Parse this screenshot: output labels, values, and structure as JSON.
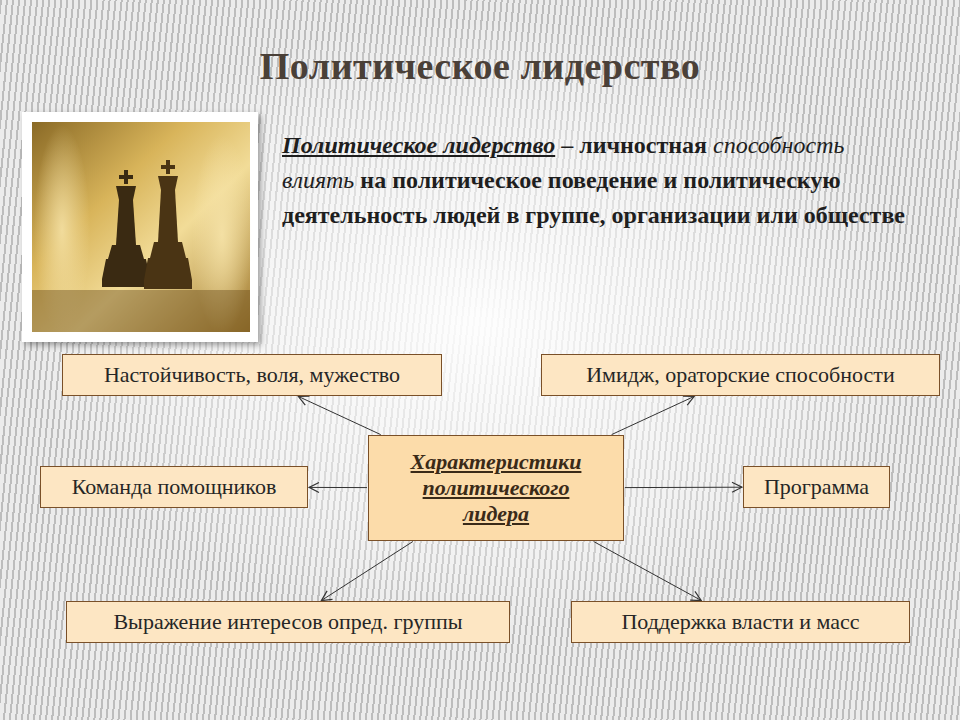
{
  "diagram": {
    "title": "Политическое лидерство",
    "nodes": [
      {
        "text": [
          "Настойчивость, воля, мужество"
        ]
      },
      {
        "text": [
          "Имидж, ораторские способности"
        ]
      },
      {
        "text": [
          "Команда помощников"
        ]
      },
      {
        "text": [
          "Характеристики политического лидера"
        ]
      },
      {
        "text": [
          "Программа"
        ]
      },
      {
        "text": [
          "Выражение интересов опред. группы"
        ]
      },
      {
        "text": [
          "Поддержка власти и масс"
        ]
      }
    ],
    "edges": [
      {
        "from": 3,
        "to": 0,
        "arrow": "to"
      },
      {
        "from": 3,
        "to": 1,
        "arrow": "to"
      },
      {
        "from": 3,
        "to": 2,
        "arrow": "to"
      },
      {
        "from": 3,
        "to": 4,
        "arrow": "to"
      },
      {
        "from": 3,
        "to": 5,
        "arrow": "to"
      },
      {
        "from": 3,
        "to": 6,
        "arrow": "to"
      }
    ],
    "labels": [
      "Политическое лидерство",
      "– личностная",
      "способность влиять",
      "на политическое поведение и политическую деятельность людей в группе, организации или обществе"
    ]
  }
}
